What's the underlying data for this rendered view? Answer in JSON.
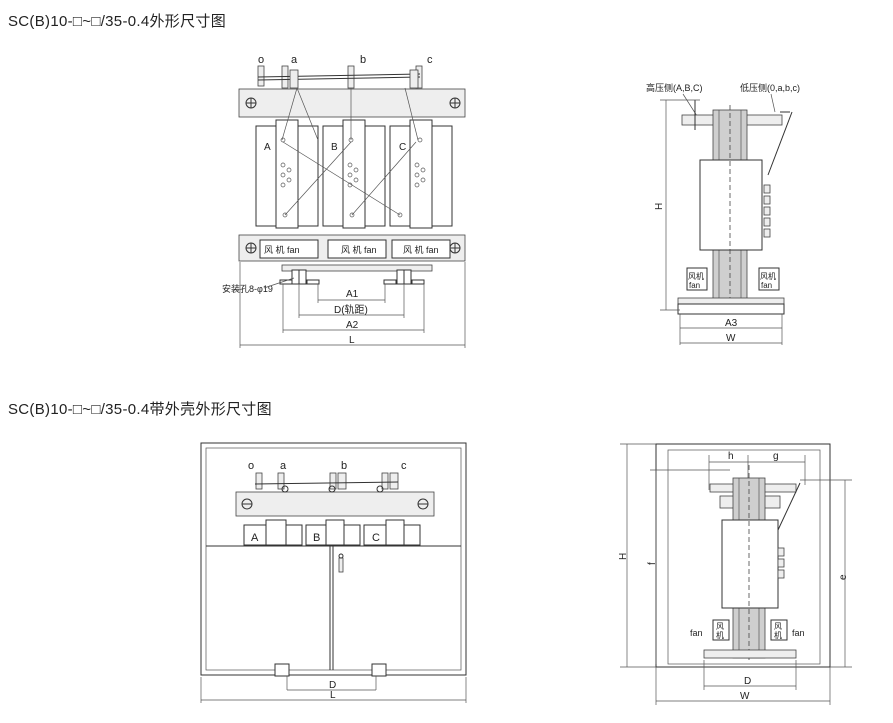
{
  "titles": {
    "top": "SC(B)10-□~□/35-0.4外形尺寸图",
    "bottom": "SC(B)10-□~□/35-0.4带外壳外形尺寸图"
  },
  "front_view": {
    "terminals": [
      "o",
      "a",
      "b",
      "c"
    ],
    "phases": [
      "A",
      "B",
      "C"
    ],
    "fan_label": "风 机 fan",
    "mount_hole": "安装孔8-φ19",
    "dims": [
      "A1",
      "D(轨距)",
      "A2",
      "L"
    ]
  },
  "side_view": {
    "hv_label": "高压侧(A,B,C)",
    "lv_label": "低压侧(0,a,b,c)",
    "fan_cn": "风机",
    "fan_en": "fan",
    "dims": [
      "H",
      "A3",
      "W"
    ]
  },
  "enclosure_front": {
    "terminals": [
      "o",
      "a",
      "b",
      "c"
    ],
    "phases": [
      "A",
      "B",
      "C"
    ],
    "dims": [
      "D",
      "L"
    ]
  },
  "enclosure_side": {
    "dims": [
      "h",
      "g",
      "H",
      "f",
      "e",
      "D",
      "W"
    ],
    "fan_cn_1": "风",
    "fan_cn_2": "机",
    "fan_en": "fan"
  }
}
